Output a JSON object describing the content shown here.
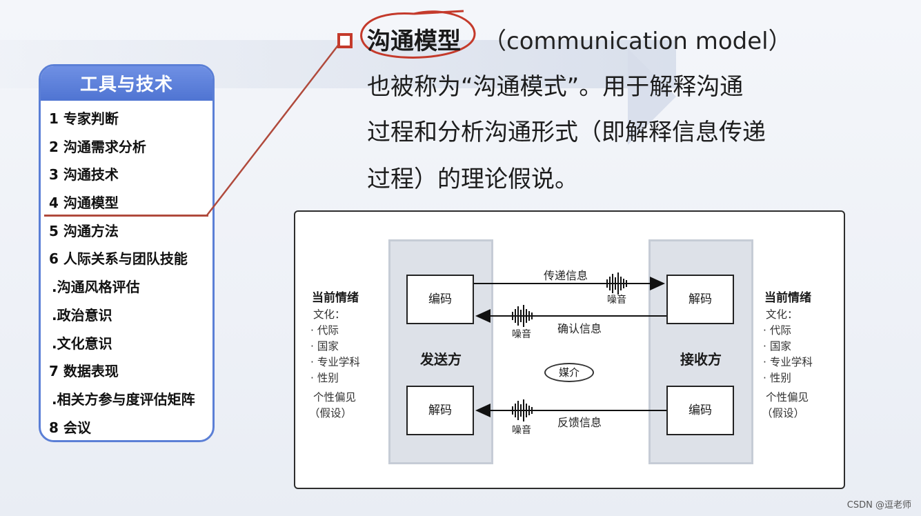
{
  "tools_panel": {
    "title": "工具与技术",
    "items": [
      "1 专家判断",
      "2 沟通需求分析",
      "3 沟通技术",
      "4 沟通模型",
      "5 沟通方法",
      "6 人际关系与团队技能",
      ".沟通风格评估",
      ".政治意识",
      ".文化意识",
      "7 数据表现",
      ".相关方参与度评估矩阵",
      "8 会议"
    ]
  },
  "heading": {
    "term": "沟通模型",
    "term_en": "（communication model）",
    "lines": [
      "也被称为“沟通模式”。用于解释沟通",
      "过程和分析沟通形式（即解释信息传递",
      "过程）的理论假说。"
    ]
  },
  "diagram": {
    "sender": {
      "label": "发送方",
      "top_box": "编码",
      "bottom_box": "解码"
    },
    "receiver": {
      "label": "接收方",
      "top_box": "解码",
      "bottom_box": "编码"
    },
    "arrow_send": "传递信息",
    "arrow_ack": "确认信息",
    "arrow_feedback": "反馈信息",
    "noise": "噪音",
    "medium": "媒介",
    "context": {
      "title": "当前情绪",
      "culture": "文化：",
      "culture_items": [
        "· 代际",
        "· 国家",
        "· 专业学科",
        "· 性别"
      ],
      "bias_line1": "个性偏见",
      "bias_line2": "（假设）"
    }
  },
  "footer": "CSDN @逗老师",
  "colors": {
    "accent_blue": "#5b7fd6",
    "accent_red": "#c43a2b"
  }
}
